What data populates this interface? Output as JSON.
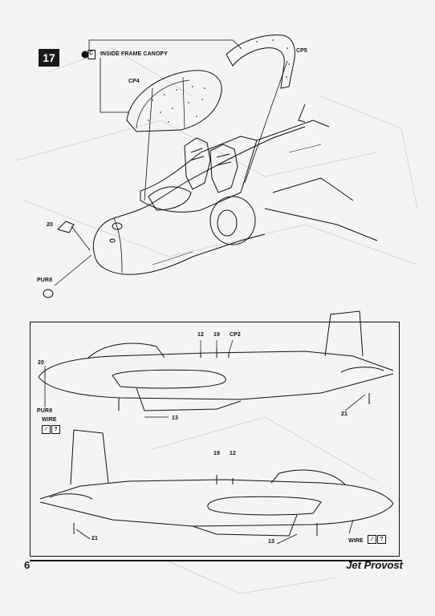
{
  "step": {
    "number": "17"
  },
  "paint_note": {
    "code": "C",
    "text": "INSIDE FRAME CANOPY"
  },
  "top_callouts": {
    "cp5": "CP5",
    "cp4": "CP4",
    "part20": "20",
    "pur8": "PUR8"
  },
  "side_view_upper": {
    "label_12": "12",
    "label_19": "19",
    "label_cp2": "CP2",
    "label_20": "20",
    "label_pur8": "PUR8",
    "label_wire": "WIRE",
    "label_13": "13",
    "label_21": "21",
    "mark_symbol": "⁄",
    "question": "?"
  },
  "side_view_lower": {
    "label_19": "19",
    "label_12": "12",
    "label_21": "21",
    "label_13": "13",
    "label_wire": "WIRE",
    "mark_symbol": "⁄",
    "question": "?"
  },
  "footer": {
    "page_number": "6",
    "title": "Jet Provost"
  }
}
